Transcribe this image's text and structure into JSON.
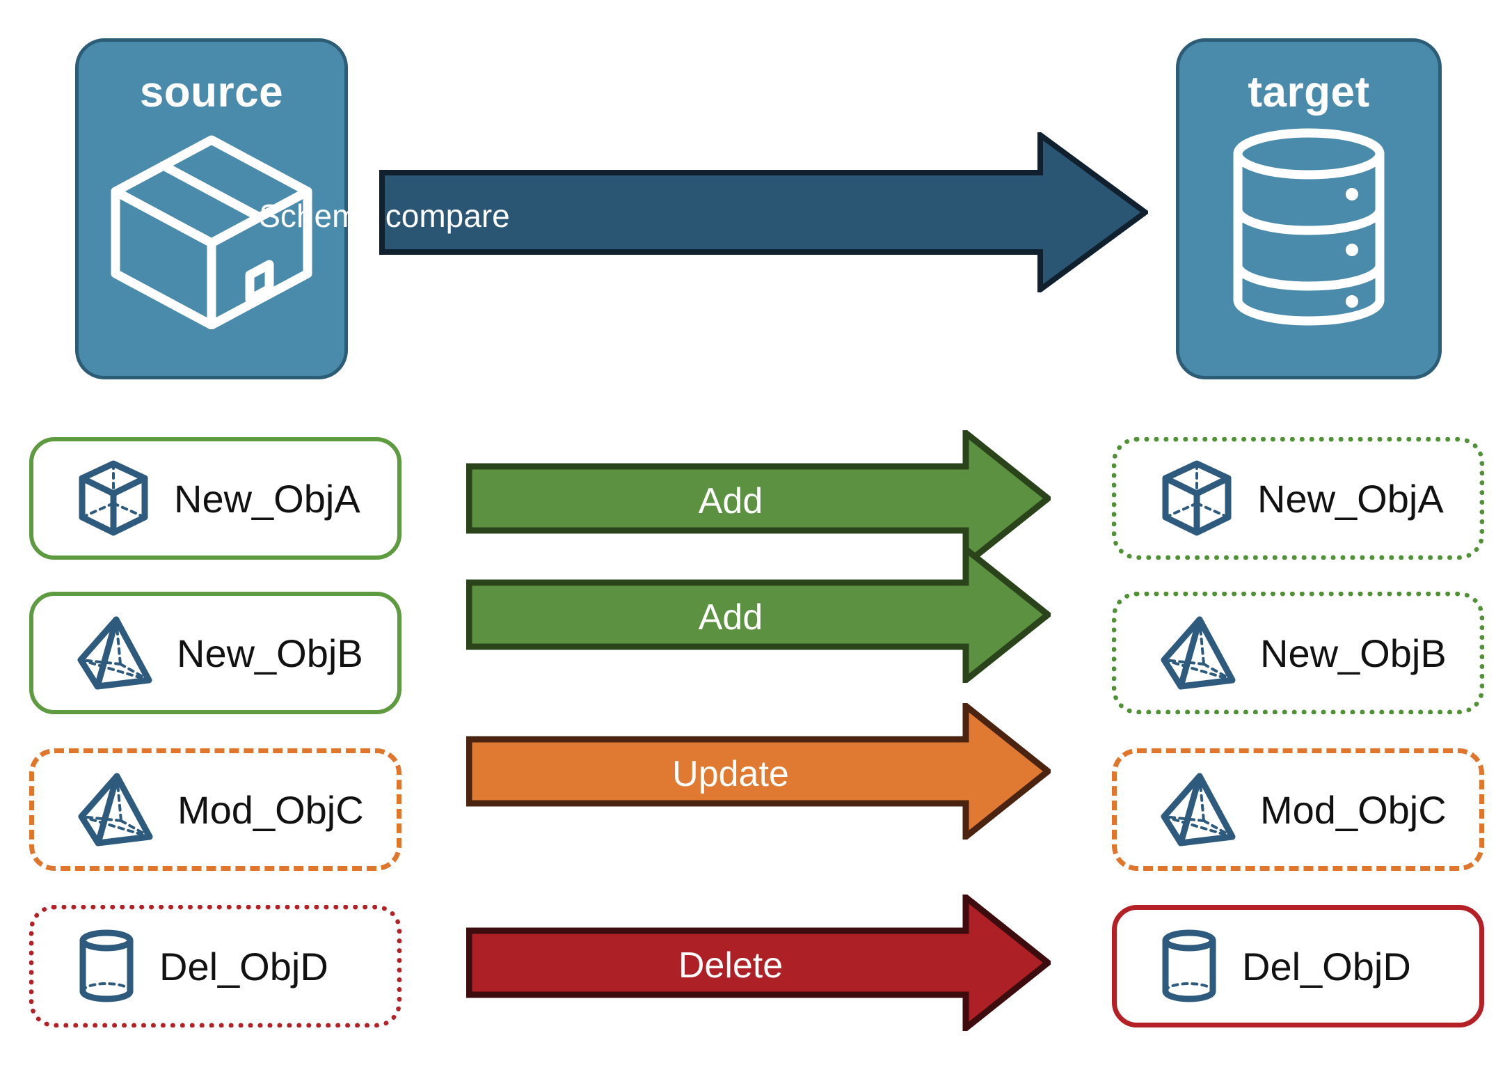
{
  "diagram": {
    "title_source": "source",
    "title_target": "target",
    "compare_arrow_label": "Schema compare"
  },
  "endpoints": [
    {
      "id": "source",
      "label": "source",
      "icon": "package-box-icon",
      "fill": "#4a8bac",
      "stroke": "#2d5d76"
    },
    {
      "id": "target",
      "label": "target",
      "icon": "database-stack-icon",
      "fill": "#4a8bac",
      "stroke": "#2d5d76"
    }
  ],
  "compare": {
    "label": "Schema compare",
    "fill": "#2b5673",
    "stroke": "#10202e"
  },
  "rows": [
    {
      "action": "Add",
      "arrow_fill": "#5d9142",
      "arrow_stroke": "#2a431a",
      "source": {
        "label": "New_ObjA",
        "icon": "cube-wireframe-icon",
        "border_style": "solid",
        "border_color": "#5e9b40"
      },
      "target": {
        "label": "New_ObjA",
        "icon": "cube-wireframe-icon",
        "border_style": "dotted",
        "border_color": "#4f9134"
      }
    },
    {
      "action": "Add",
      "arrow_fill": "#5d9142",
      "arrow_stroke": "#2a431a",
      "source": {
        "label": "New_ObjB",
        "icon": "pyramid-wireframe-icon",
        "border_style": "solid",
        "border_color": "#5e9b40"
      },
      "target": {
        "label": "New_ObjB",
        "icon": "pyramid-wireframe-icon",
        "border_style": "dotted",
        "border_color": "#4f9134"
      }
    },
    {
      "action": "Update",
      "arrow_fill": "#e07a32",
      "arrow_stroke": "#4a2410",
      "source": {
        "label": "Mod_ObjC",
        "icon": "pyramid-wireframe-icon",
        "border_style": "dashed",
        "border_color": "#e0762c"
      },
      "target": {
        "label": "Mod_ObjC",
        "icon": "pyramid-wireframe-icon",
        "border_style": "dashed",
        "border_color": "#e0762c"
      }
    },
    {
      "action": "Delete",
      "arrow_fill": "#ad2025",
      "arrow_stroke": "#3d0c0e",
      "source": {
        "label": "Del_ObjD",
        "icon": "cylinder-wireframe-icon",
        "border_style": "dotted",
        "border_color": "#b32025"
      },
      "target": {
        "label": "Del_ObjD",
        "icon": "cylinder-wireframe-icon",
        "border_style": "solid",
        "border_color": "#b52026"
      }
    }
  ],
  "colors": {
    "panel_fill": "#4a8bac",
    "panel_stroke": "#2d5d76",
    "icon_stroke": "#2e5b7d",
    "add": "#5d9142",
    "update": "#e07a32",
    "delete": "#ad2025",
    "compare": "#2b5673"
  }
}
